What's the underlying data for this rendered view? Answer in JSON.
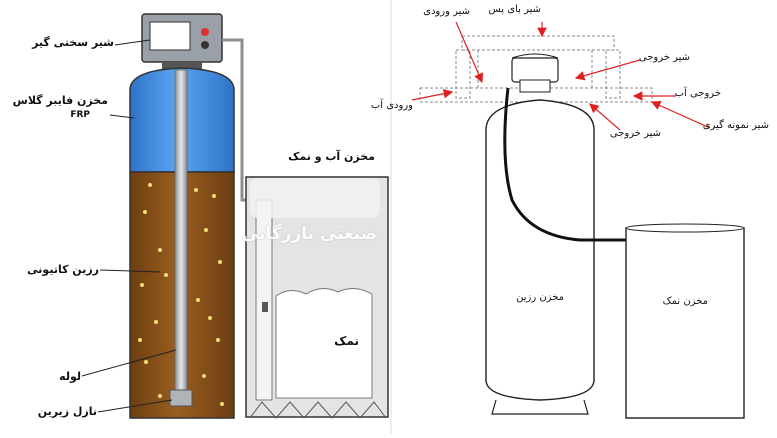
{
  "left_diagram": {
    "labels": {
      "valve": "شیر سختی گیر",
      "fiberglass_tank": "مخزن فایبر گلاس",
      "fiberglass_tank_sub": "FRP",
      "resin": "رزین کاتیونی",
      "pipe": "لوله",
      "nozzle": "نازل زیرین",
      "brine_tank_title": "مخزن آب و نمک",
      "salt": "نمک"
    },
    "watermark": "صنعتی بازرگانی"
  },
  "right_diagram": {
    "labels": {
      "bypass_valve": "شیر بای پس",
      "inlet_valve": "شیر ورودی",
      "outlet_valve_top": "شیر خروجی",
      "water_outlet": "خروجی آب",
      "water_inlet": "ورودی آب",
      "sampling_valve": "شیر نمونه گیری",
      "outlet_valve_bottom": "شیر خروجی",
      "resin_tank": "مخزن رزین",
      "salt_tank": "مخزن نمک"
    }
  },
  "colors": {
    "tank_blue": "#3f8fe0",
    "resin_brown": "#8a5218",
    "label_arrow_red": "#e02020",
    "device_frame": "#9aa0a8"
  }
}
